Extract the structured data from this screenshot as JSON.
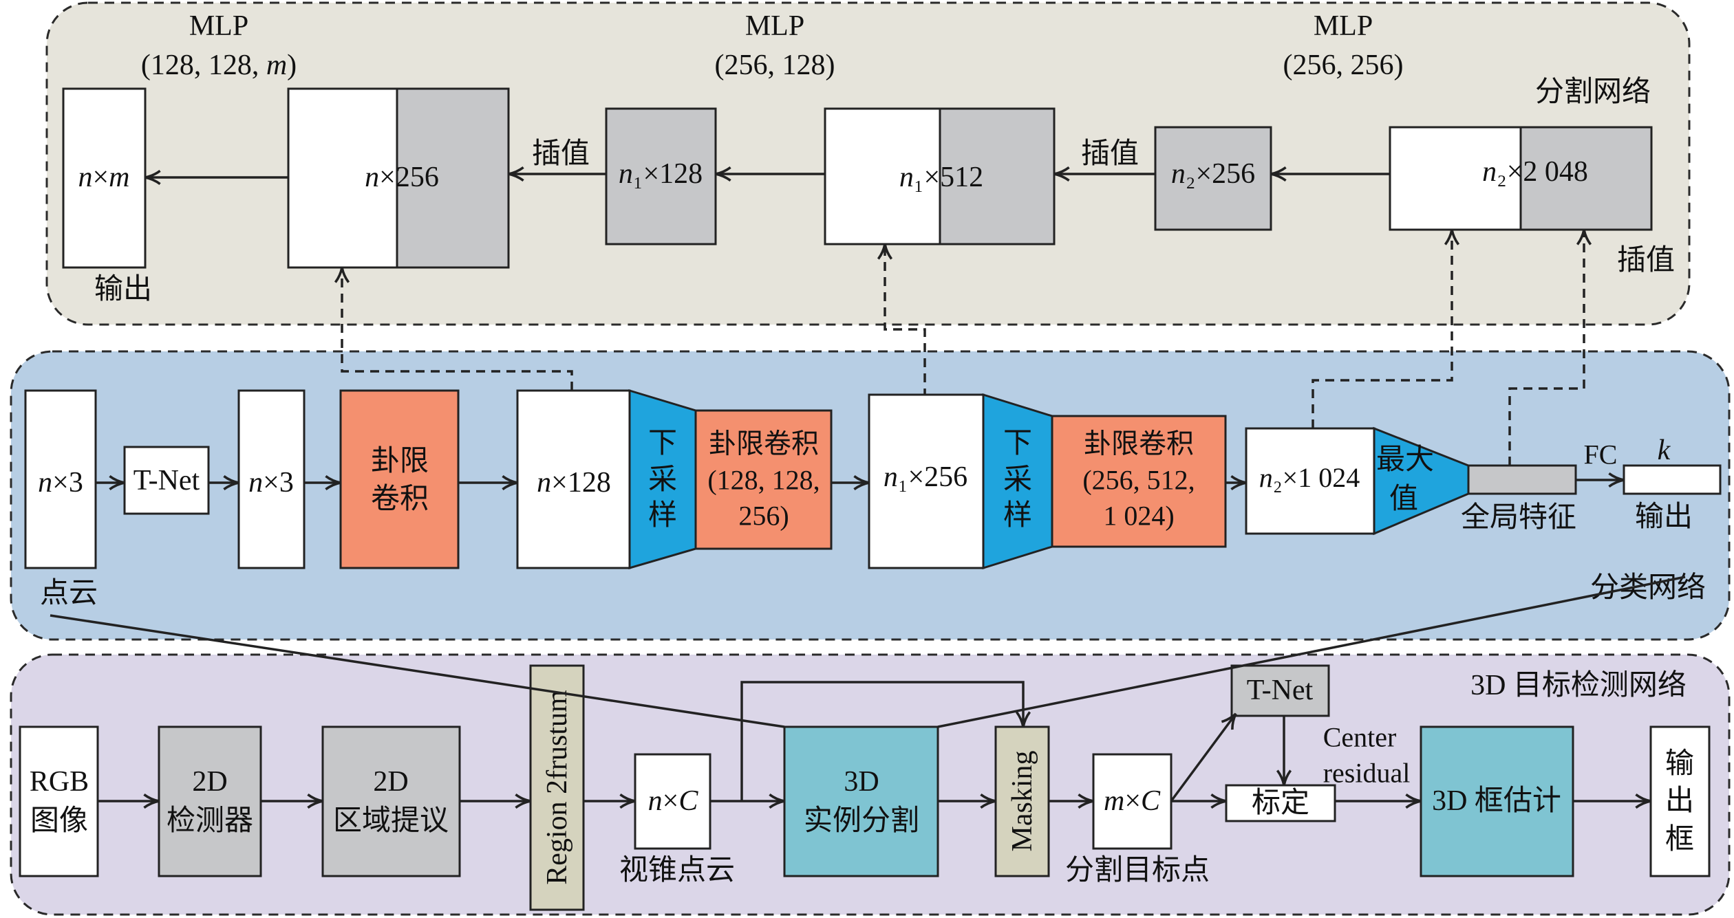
{
  "colors": {
    "segmentation_panel": "#e6e4db",
    "classification_panel": "#b7cee4",
    "detection_panel": "#dbd6e8",
    "white_box": "#ffffff",
    "gray_box": "#c6c7c9",
    "octant_conv": "#f4906f",
    "downsample": "#1fa4dd",
    "teal_box": "#7fc4d2",
    "khaki_box": "#d5d3be"
  },
  "segmentation_network": {
    "title": "分割网络",
    "mlp_layers": [
      {
        "name": "MLP",
        "params": "(128, 128, m)"
      },
      {
        "name": "MLP",
        "params": "(256, 128)"
      },
      {
        "name": "MLP",
        "params": "(256, 256)"
      }
    ],
    "boxes": [
      "n×m",
      "n×256",
      "n₁×128",
      "n₁×512",
      "n₂×256",
      "n₂×2 048"
    ],
    "interp_labels": [
      "插值",
      "插值",
      "插值"
    ],
    "output_label": "输出"
  },
  "classification_network": {
    "title": "分类网络",
    "input_box": "n×3",
    "input_label": "点云",
    "tnet": "T-Net",
    "transformed_box": "n×3",
    "octant_conv_1": [
      "卦限",
      "卷积"
    ],
    "feature_128": "n×128",
    "downsample_1": [
      "下",
      "采",
      "样"
    ],
    "octant_conv_2": [
      "卦限卷积",
      "(128, 128,",
      "256)"
    ],
    "feature_256": "n₁×256",
    "downsample_2": [
      "下",
      "采",
      "样"
    ],
    "octant_conv_3": [
      "卦限卷积",
      "(256, 512,",
      "1 024)"
    ],
    "feature_1024": "n₂×1 024",
    "max_pool": [
      "最大",
      "值"
    ],
    "global_feature_label": "全局特征",
    "fc_label": "FC",
    "output_var": "k",
    "output_label": "输出"
  },
  "detection_network": {
    "title": "3D 目标检测网络",
    "rgb": [
      "RGB",
      "图像"
    ],
    "detector_2d": [
      "2D",
      "检测器"
    ],
    "region_proposal": [
      "2D",
      "区域提议"
    ],
    "region2frustum": "Region 2frustum",
    "frustum_points": "n×C",
    "frustum_label": "视锥点云",
    "instance_seg": [
      "3D",
      "实例分割"
    ],
    "masking": "Masking",
    "seg_points": "m×C",
    "seg_label": "分割目标点",
    "tnet": "T-Net",
    "calibration": "标定",
    "center_residual": [
      "Center",
      "residual"
    ],
    "box_estimation": "3D 框估计",
    "output": [
      "输",
      "出",
      "框"
    ]
  }
}
